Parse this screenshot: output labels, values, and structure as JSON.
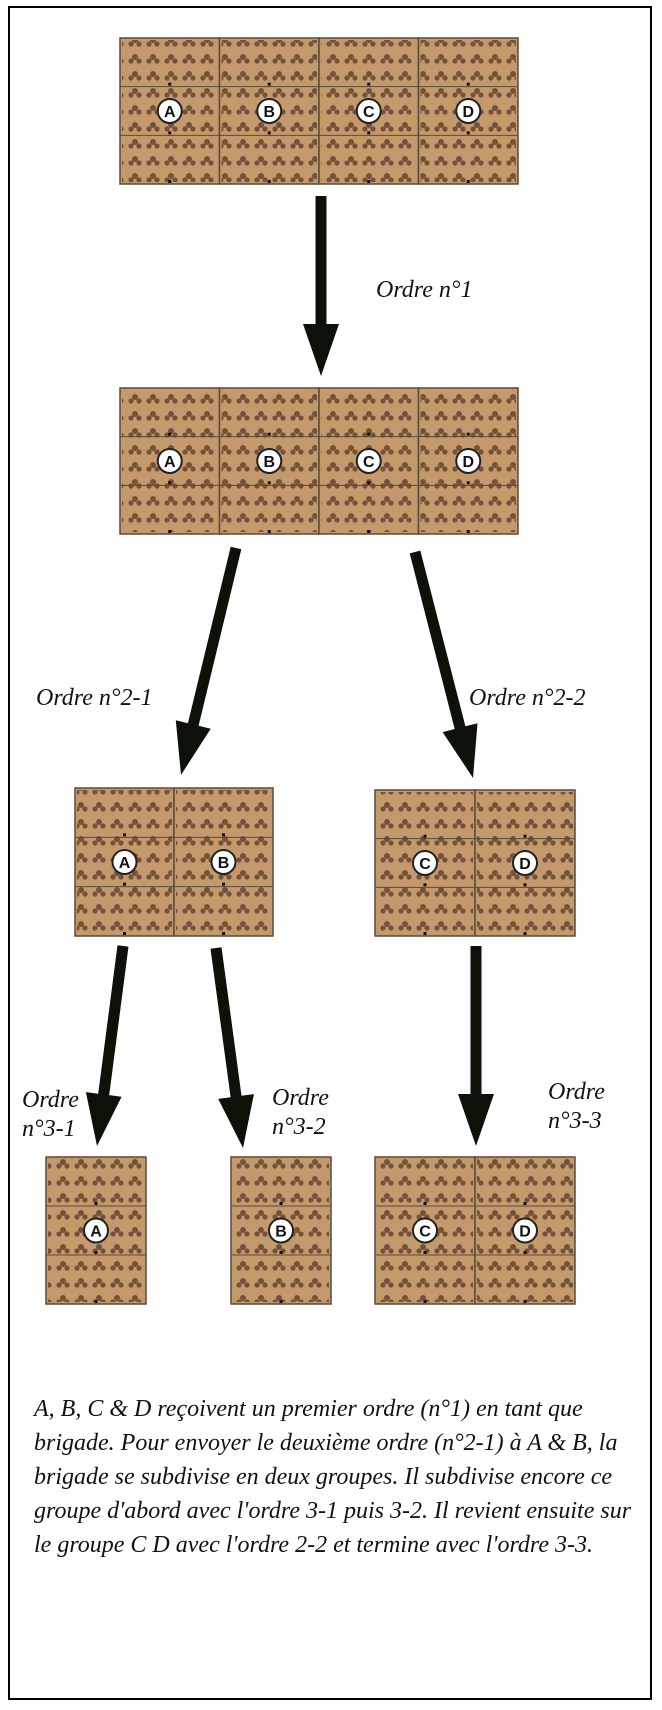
{
  "diagram": {
    "units": [
      "A",
      "B",
      "C",
      "D"
    ],
    "orders": {
      "o1": "Ordre n°1",
      "o21": "Ordre n°2-1",
      "o22": "Ordre n°2-2",
      "o31_line1": "Ordre",
      "o31_line2": "n°3-1",
      "o32_line1": "Ordre",
      "o32_line2": "n°3-2",
      "o33_line1": "Ordre",
      "o33_line2": "n°3-3"
    },
    "colors": {
      "tile": "#c49a6c",
      "tile_border": "#5a4a3a",
      "soldier": "#6b4a34",
      "arrow": "#0d1208"
    }
  },
  "caption": "A, B, C & D reçoivent un premier ordre (n°1) en tant que brigade. Pour envoyer le deuxième ordre (n°2-1) à A & B, la brigade se subdivise en deux groupes. Il subdivise encore ce groupe d'abord avec l'ordre 3-1 puis 3-2. Il revient ensuite sur le groupe C D avec l'ordre 2-2 et termine avec l'ordre 3-3."
}
